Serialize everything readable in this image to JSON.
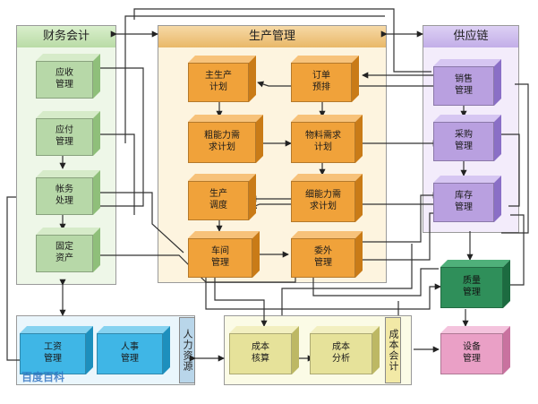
{
  "regions": {
    "finance": "财务会计",
    "production": "生产管理",
    "supply": "供应链",
    "hr": "人力资源",
    "cost": "成本会计"
  },
  "boxes": {
    "receivable": "应收\n管理",
    "payable": "应付\n管理",
    "ledger": "帐务\n处理",
    "fixed_assets": "固定\n资产",
    "master_plan": "主生产\n计划",
    "order_forecast": "订单\n预排",
    "rough_capacity": "粗能力需\n求计划",
    "material_req": "物料需求\n计划",
    "production_dispatch": "生产\n调度",
    "fine_capacity": "细能力需\n求计划",
    "workshop": "车间\n管理",
    "outsourcing": "委外\n管理",
    "sales": "销售\n管理",
    "purchase": "采购\n管理",
    "inventory": "库存\n管理",
    "quality": "质量\n管理",
    "equipment": "设备\n管理",
    "payroll": "工资\n管理",
    "personnel": "人事\n管理",
    "cost_accounting": "成本\n核算",
    "cost_analysis": "成本\n分析"
  },
  "colors": {
    "green": "#b7d8a8",
    "orange": "#f0a23a",
    "purple": "#b9a0e0",
    "teal": "#2f8f5a",
    "pink": "#eaa0c6",
    "blue": "#3fb6e6",
    "yellow": "#e6e29a"
  },
  "watermark": "百度百科"
}
